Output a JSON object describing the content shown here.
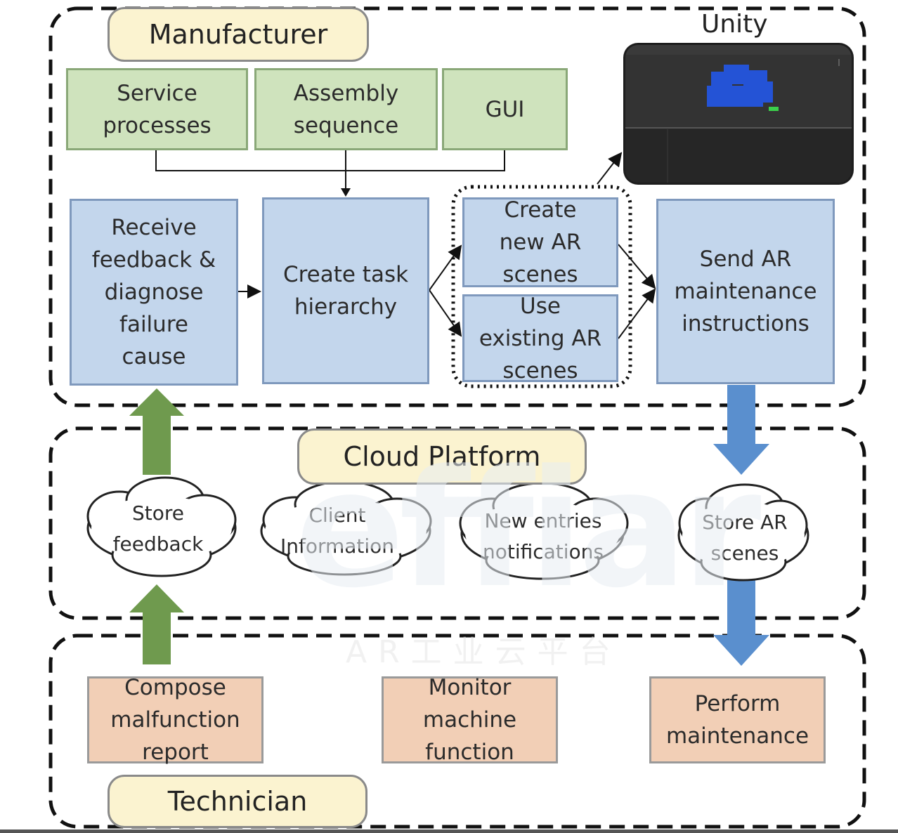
{
  "groups": {
    "manufacturer": "Manufacturer",
    "cloud": "Cloud Platform",
    "technician": "Technician",
    "unity": "Unity"
  },
  "manufacturer_inputs": {
    "service": "Service\nprocesses",
    "assembly": "Assembly\nsequence",
    "gui": "GUI"
  },
  "manufacturer_steps": {
    "receive": "Receive\nfeedback &\ndiagnose\nfailure\ncause",
    "task": "Create task\nhierarchy",
    "create_ar": "Create\nnew AR\nscenes",
    "use_ar": "Use\nexisting AR\nscenes",
    "send": "Send AR\nmaintenance\ninstructions"
  },
  "cloud_items": {
    "store_feedback": "Store\nfeedback",
    "client_info": "Client\nInformation",
    "new_entries": "New entries\nnotifications",
    "store_ar": "Store AR\nscenes"
  },
  "technician_steps": {
    "compose": "Compose\nmalfunction\nreport",
    "monitor": "Monitor\nmachine\nfunction",
    "perform": "Perform\nmaintenance"
  },
  "watermark": {
    "logo": "effiar",
    "caption": "AR工业云平台"
  },
  "colors": {
    "green_box": "#cfe3bd",
    "blue_box": "#c3d6ec",
    "orange_box": "#f2cfb6",
    "label_fill": "#fbf3d0",
    "green_arrow": "#6f9a4e",
    "blue_arrow": "#5a8fce"
  }
}
